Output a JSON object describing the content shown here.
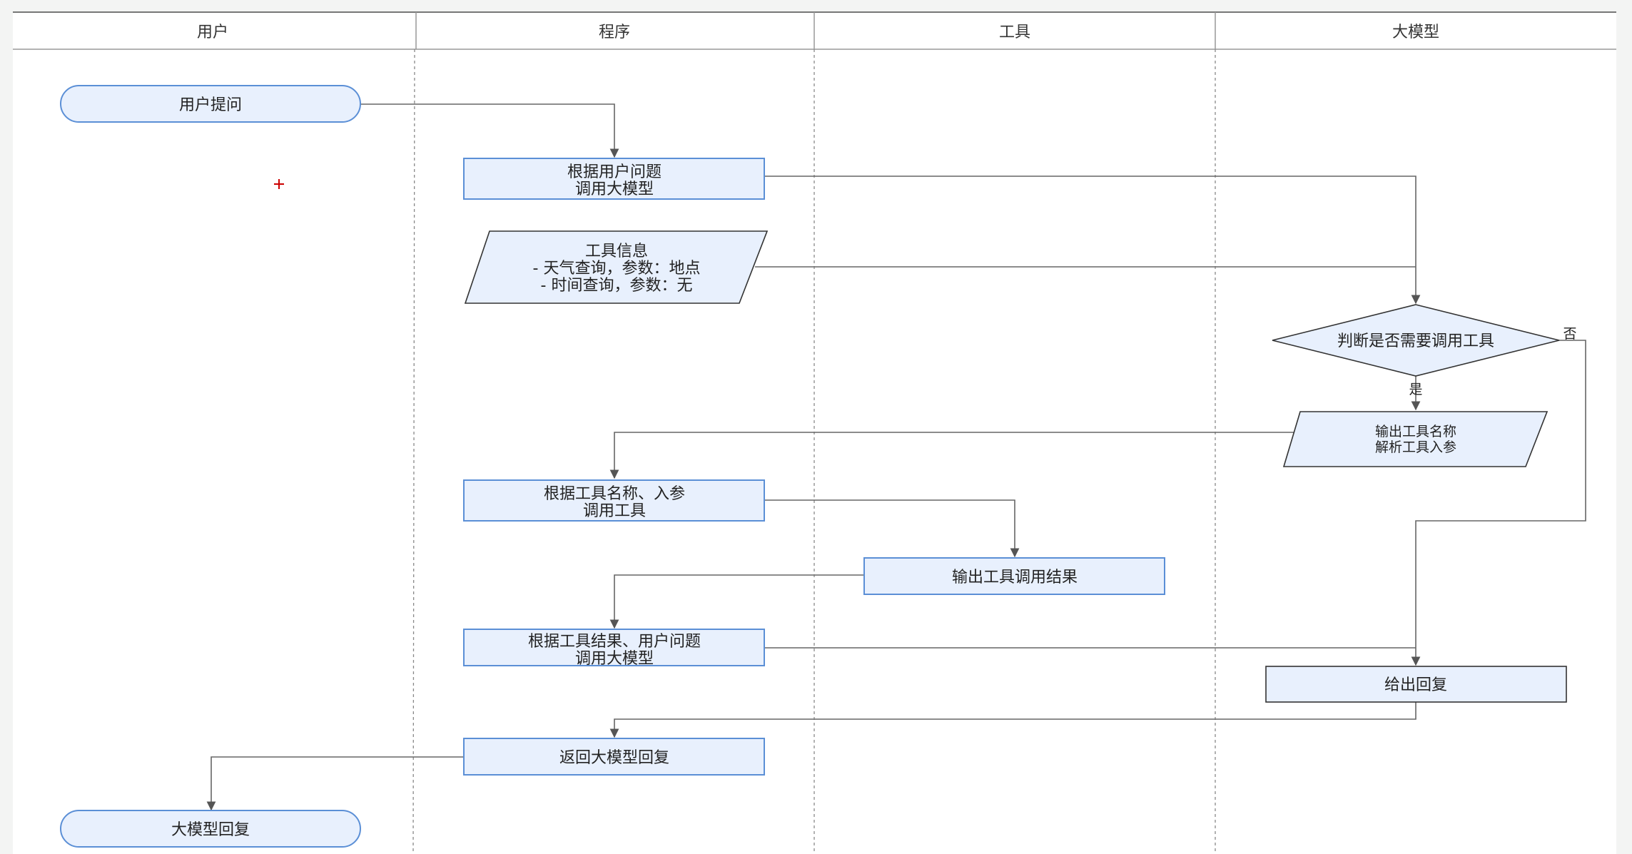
{
  "lanes": [
    "用户",
    "程序",
    "工具",
    "大模型"
  ],
  "nodes": {
    "user_question": "用户提问",
    "call_llm_1": [
      "根据用户问题",
      "调用大模型"
    ],
    "tool_info": [
      "工具信息",
      "- 天气查询，参数：地点",
      "- 时间查询，参数：无"
    ],
    "decide_tool": "判断是否需要调用工具",
    "output_tool_name": [
      "输出工具名称",
      "解析工具入参"
    ],
    "call_tool": [
      "根据工具名称、入参",
      "调用工具"
    ],
    "tool_result": "输出工具调用结果",
    "call_llm_2": [
      "根据工具结果、用户问题",
      "调用大模型"
    ],
    "give_reply": "给出回复",
    "return_reply": "返回大模型回复",
    "llm_reply": "大模型回复"
  },
  "edge_labels": {
    "yes": "是",
    "no": "否"
  },
  "colors": {
    "node_fill": "#e8f0fd",
    "node_stroke": "#5b8fd6",
    "edge": "#666666",
    "cursor": "#cc0000"
  }
}
